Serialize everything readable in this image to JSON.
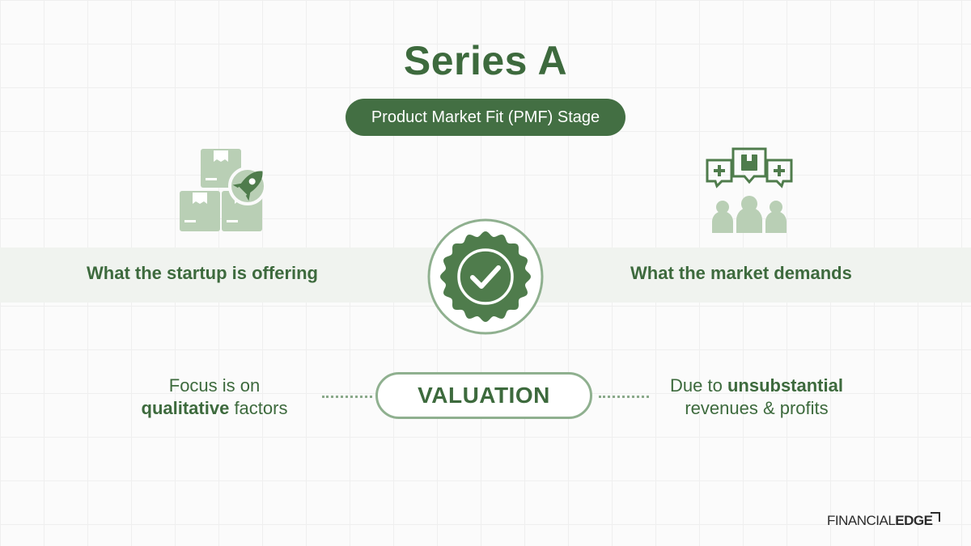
{
  "title": "Series A",
  "stage": "Product Market Fit (PMF) Stage",
  "left": {
    "label": "What the startup is offering",
    "icon": "boxes-rocket-icon",
    "note": {
      "line1": "Focus is on",
      "emphasis": "qualitative",
      "line2_rest": " factors"
    }
  },
  "right": {
    "label": "What the market demands",
    "icon": "audience-feedback-icon",
    "note": {
      "line1_prefix": "Due to ",
      "emphasis": "unsubstantial",
      "line2": "revenues & profits"
    }
  },
  "center": {
    "icon": "check-badge-icon",
    "valuation_label": "VALUATION"
  },
  "brand": {
    "part1": "FINANCIAL",
    "part2": "EDGE"
  },
  "colors": {
    "primary": "#3d6a3d",
    "pill": "#436f43",
    "icon_light": "#b9cfb5",
    "badge": "#4f7c4c",
    "band": "#f0f3ef"
  }
}
